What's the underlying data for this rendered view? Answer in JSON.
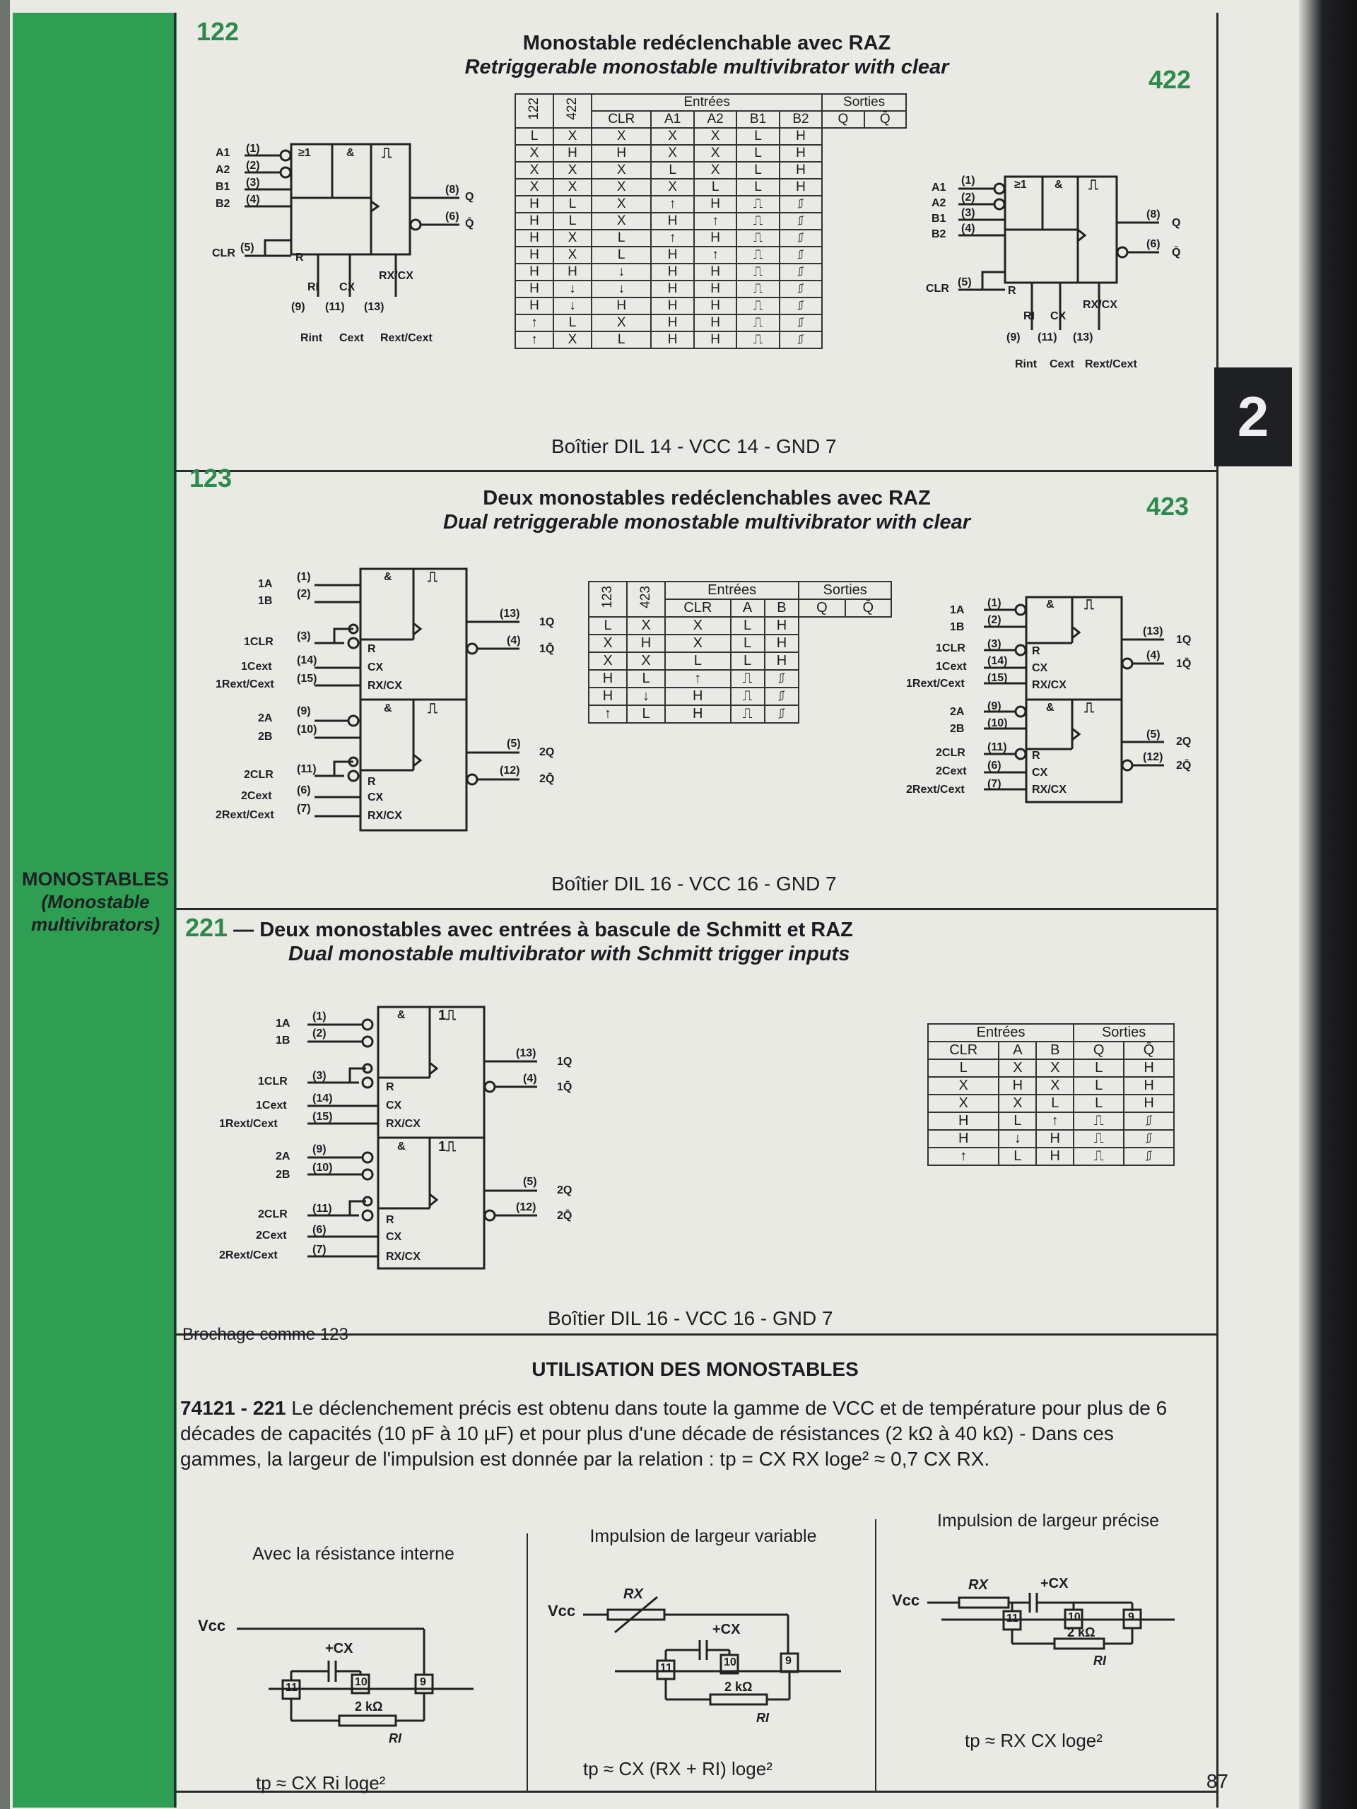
{
  "side_label": {
    "main": "MONOSTABLES",
    "sub": "(Monostable multivibrators)"
  },
  "chapter_tab": "2",
  "page_number": "87",
  "s122": {
    "num_left": "122",
    "num_right": "422",
    "title_fr": "Monostable redéclenchable avec RAZ",
    "title_en": "Retriggerable monostable multivibrator with clear",
    "pins": {
      "a1": "A1",
      "a2": "A2",
      "b1": "B1",
      "b2": "B2",
      "clr": "CLR",
      "p1": "(1)",
      "p2": "(2)",
      "p3": "(3)",
      "p4": "(4)",
      "p5": "(5)",
      "p6": "(6)",
      "p8": "(8)",
      "p9": "(9)",
      "p11": "(11)",
      "p13": "(13)",
      "q": "Q",
      "qbar": "Q̄",
      "rint": "Rint",
      "cext": "Cext",
      "rextcext": "Rext/Cext",
      "r": "R",
      "ri": "RI",
      "cx": "CX",
      "rxcx": "RX/CX",
      "ge1": "≥1",
      "and": "&",
      "pulse": "⎍"
    },
    "table": {
      "entrees": "Entrées",
      "sorties": "Sorties",
      "headers": [
        "CLR",
        "A1",
        "A2",
        "B1",
        "B2",
        "Q",
        "Q̄"
      ],
      "group1": "122",
      "group2": "422",
      "rows": [
        [
          "L",
          "X",
          "X",
          "X",
          "X",
          "L",
          "H"
        ],
        [
          "X",
          "H",
          "H",
          "X",
          "X",
          "L",
          "H"
        ],
        [
          "X",
          "X",
          "X",
          "L",
          "X",
          "L",
          "H"
        ],
        [
          "X",
          "X",
          "X",
          "X",
          "L",
          "L",
          "H"
        ],
        [
          "H",
          "L",
          "X",
          "↑",
          "H",
          "⎍",
          "⎎"
        ],
        [
          "H",
          "L",
          "X",
          "H",
          "↑",
          "⎍",
          "⎎"
        ],
        [
          "H",
          "X",
          "L",
          "↑",
          "H",
          "⎍",
          "⎎"
        ],
        [
          "H",
          "X",
          "L",
          "H",
          "↑",
          "⎍",
          "⎎"
        ],
        [
          "H",
          "H",
          "↓",
          "H",
          "H",
          "⎍",
          "⎎"
        ],
        [
          "H",
          "↓",
          "↓",
          "H",
          "H",
          "⎍",
          "⎎"
        ],
        [
          "H",
          "↓",
          "H",
          "H",
          "H",
          "⎍",
          "⎎"
        ],
        [
          "↑",
          "L",
          "X",
          "H",
          "H",
          "⎍",
          "⎎"
        ],
        [
          "↑",
          "X",
          "L",
          "H",
          "H",
          "⎍",
          "⎎"
        ]
      ]
    },
    "boitier": "Boîtier DIL 14 - VCC 14 - GND 7"
  },
  "s123": {
    "num_left": "123",
    "num_right": "423",
    "title_fr": "Deux monostables redéclenchables avec RAZ",
    "title_en": "Dual retriggerable monostable multivibrator with clear",
    "pins": {
      "a1": "1A",
      "b1": "1B",
      "clr1": "1CLR",
      "c1": "1Cext",
      "rc1": "1Rext/Cext",
      "a2": "2A",
      "b2": "2B",
      "clr2": "2CLR",
      "c2": "2Cext",
      "rc2": "2Rext/Cext",
      "q1": "1Q",
      "q1b": "1Q̄",
      "q2": "2Q",
      "q2b": "2Q̄",
      "p1": "(1)",
      "p2": "(2)",
      "p3": "(3)",
      "p14": "(14)",
      "p15": "(15)",
      "p9": "(9)",
      "p10": "(10)",
      "p11": "(11)",
      "p6": "(6)",
      "p7": "(7)",
      "p13": "(13)",
      "p4": "(4)",
      "p5": "(5)",
      "p12": "(12)",
      "r": "R",
      "cx": "CX",
      "rxcx": "RX/CX",
      "and": "&",
      "pulse": "⎍"
    },
    "table": {
      "entrees": "Entrées",
      "sorties": "Sorties",
      "headers": [
        "CLR",
        "A",
        "B",
        "Q",
        "Q̄"
      ],
      "group1": "123",
      "group2": "423",
      "rows": [
        [
          "L",
          "X",
          "X",
          "L",
          "H"
        ],
        [
          "X",
          "H",
          "X",
          "L",
          "H"
        ],
        [
          "X",
          "X",
          "L",
          "L",
          "H"
        ],
        [
          "H",
          "L",
          "↑",
          "⎍",
          "⎎"
        ],
        [
          "H",
          "↓",
          "H",
          "⎍",
          "⎎"
        ],
        [
          "↑",
          "L",
          "H",
          "⎍",
          "⎎"
        ]
      ]
    },
    "boitier": "Boîtier DIL 16 - VCC 16 - GND 7"
  },
  "s221": {
    "num": "221",
    "dash": "—",
    "title_fr": "Deux monostables avec entrées à bascule de Schmitt et RAZ",
    "title_en": "Dual monostable multivibrator with Schmitt trigger inputs",
    "pins": {
      "a1": "1A",
      "b1": "1B",
      "clr1": "1CLR",
      "c1": "1Cext",
      "rc1": "1Rext/Cext",
      "a2": "2A",
      "b2": "2B",
      "clr2": "2CLR",
      "c2": "2Cext",
      "rc2": "2Rext/Cext",
      "q1": "1Q",
      "q1b": "1Q̄",
      "q2": "2Q",
      "q2b": "2Q̄",
      "p1": "(1)",
      "p2": "(2)",
      "p3": "(3)",
      "p14": "(14)",
      "p15": "(15)",
      "p9": "(9)",
      "p10": "(10)",
      "p11": "(11)",
      "p6": "(6)",
      "p7": "(7)",
      "p13": "(13)",
      "p4": "(4)",
      "p5": "(5)",
      "p12": "(12)",
      "r": "R",
      "cx": "CX",
      "rxcx": "RX/CX",
      "and": "&",
      "pulse1": "1⎍"
    },
    "table": {
      "entrees": "Entrées",
      "sorties": "Sorties",
      "headers": [
        "CLR",
        "A",
        "B",
        "Q",
        "Q̄"
      ],
      "rows": [
        [
          "L",
          "X",
          "X",
          "L",
          "H"
        ],
        [
          "X",
          "H",
          "X",
          "L",
          "H"
        ],
        [
          "X",
          "X",
          "L",
          "L",
          "H"
        ],
        [
          "H",
          "L",
          "↑",
          "⎍",
          "⎎"
        ],
        [
          "H",
          "↓",
          "H",
          "⎍",
          "⎎"
        ],
        [
          "↑",
          "L",
          "H",
          "⎍",
          "⎎"
        ]
      ]
    },
    "brochage": "Brochage comme 123",
    "boitier": "Boîtier DIL 16 - VCC 16 - GND 7"
  },
  "usage": {
    "title": "UTILISATION DES MONOSTABLES",
    "lead": "74121 - 221",
    "text": "Le déclenchement précis est obtenu dans toute la gamme de VCC et de température pour plus de 6 décades de capacités (10 pF à 10 µF) et pour plus d'une décade de résistances (2 kΩ à 40 kΩ) - Dans ces gammes, la largeur de l'impulsion est donnée par la relation : tp = CX RX loge² ≈ 0,7 CX RX.",
    "circuits": [
      {
        "title": "Avec la résistance interne",
        "formula": "tp ≈ CX Ri loge²"
      },
      {
        "title": "Impulsion de largeur variable",
        "formula": "tp ≈ CX (RX + RI) loge²"
      },
      {
        "title": "Impulsion de largeur précise",
        "formula": "tp ≈ RX CX loge²"
      }
    ],
    "ckt": {
      "vcc": "Vcc",
      "cx": "+CX",
      "rx": "RX",
      "ri": "RI",
      "r2k": "2 kΩ",
      "pin11": "11",
      "pin10": "10",
      "pin9": "9"
    }
  }
}
